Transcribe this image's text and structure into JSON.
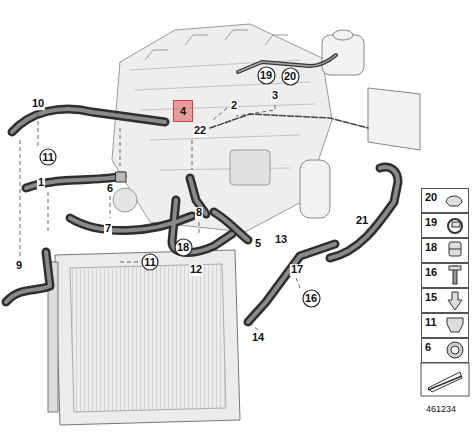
{
  "diagram": {
    "nodes": [
      {
        "text": [
          "4"
        ]
      },
      {
        "text": [
          "19"
        ]
      },
      {
        "text": [
          "20"
        ]
      },
      {
        "text": [
          "11"
        ]
      },
      {
        "text": [
          "18"
        ]
      },
      {
        "text": [
          "11"
        ]
      },
      {
        "text": [
          "16"
        ]
      },
      {
        "text": [
          "20"
        ]
      },
      {
        "text": [
          "19"
        ]
      },
      {
        "text": [
          "18"
        ]
      },
      {
        "text": [
          "16"
        ]
      },
      {
        "text": [
          "15"
        ]
      },
      {
        "text": [
          "11"
        ]
      },
      {
        "text": [
          "6"
        ]
      }
    ],
    "labels": [
      "10",
      "2",
      "3",
      "22",
      "1",
      "6",
      "7",
      "8",
      "5",
      "12",
      "13",
      "17",
      "21",
      "9",
      "14",
      "461234"
    ]
  }
}
